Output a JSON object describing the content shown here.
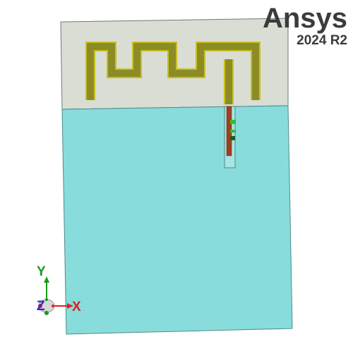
{
  "brand": {
    "name": "Ansys",
    "version": "2024 R2"
  },
  "triad": {
    "x_label": "X",
    "y_label": "Y",
    "z_label": "Z"
  },
  "colors": {
    "substrate_top": "#d9ddd4",
    "substrate_bottom": "#86dede",
    "ground_plane": "#88dcdc",
    "antenna_trace": "#8c8c26",
    "antenna_outline": "#c9c020",
    "feed_line": "#a0401c",
    "feed_port": "#2fbf2f",
    "axis_x": "#e02020",
    "axis_y": "#1a9a1a",
    "axis_z": "#2a2ad8",
    "brand_text": "#3b3b3b"
  },
  "icons": [
    "meander-antenna-icon",
    "coordinate-triad-icon"
  ]
}
